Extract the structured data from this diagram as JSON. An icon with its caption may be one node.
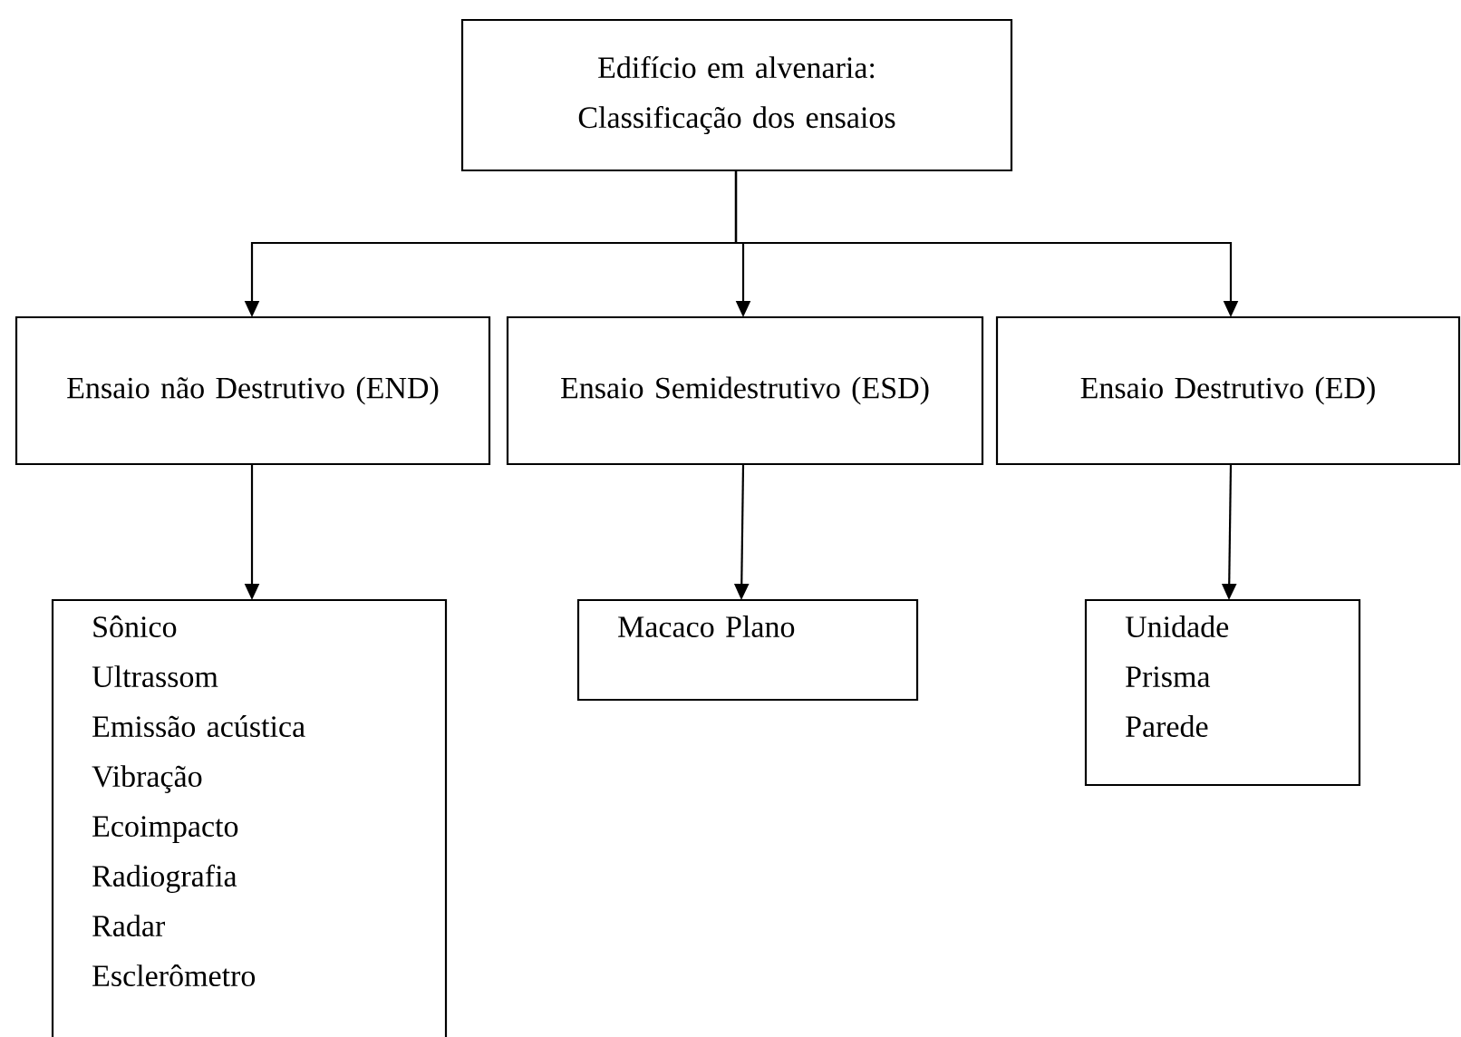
{
  "diagram": {
    "nodes": [
      {
        "text": [
          "Edifício em alvenaria: Classificação dos ensaios"
        ]
      },
      {
        "text": [
          "Ensaio não Destrutivo (END)"
        ]
      },
      {
        "text": [
          "Ensaio Semidestrutivo (ESD)"
        ]
      },
      {
        "text": [
          "Ensaio Destrutivo (ED)"
        ]
      },
      {
        "text": [
          "Sônico",
          "Ultrassom",
          "Emissão acústica",
          "Vibração",
          "Ecoimpacto",
          "Radiografia",
          "Radar",
          "Esclerômetro"
        ]
      },
      {
        "text": [
          "Macaco Plano"
        ]
      },
      {
        "text": [
          "Unidade",
          "Prisma",
          "Parede"
        ]
      }
    ],
    "edges": [
      {
        "from": 0,
        "to": 1,
        "arrow": "to"
      },
      {
        "from": 0,
        "to": 2,
        "arrow": "to"
      },
      {
        "from": 0,
        "to": 3,
        "arrow": "to"
      },
      {
        "from": 1,
        "to": 4,
        "arrow": "to"
      },
      {
        "from": 2,
        "to": 5,
        "arrow": "to"
      },
      {
        "from": 3,
        "to": 6,
        "arrow": "to"
      }
    ]
  }
}
